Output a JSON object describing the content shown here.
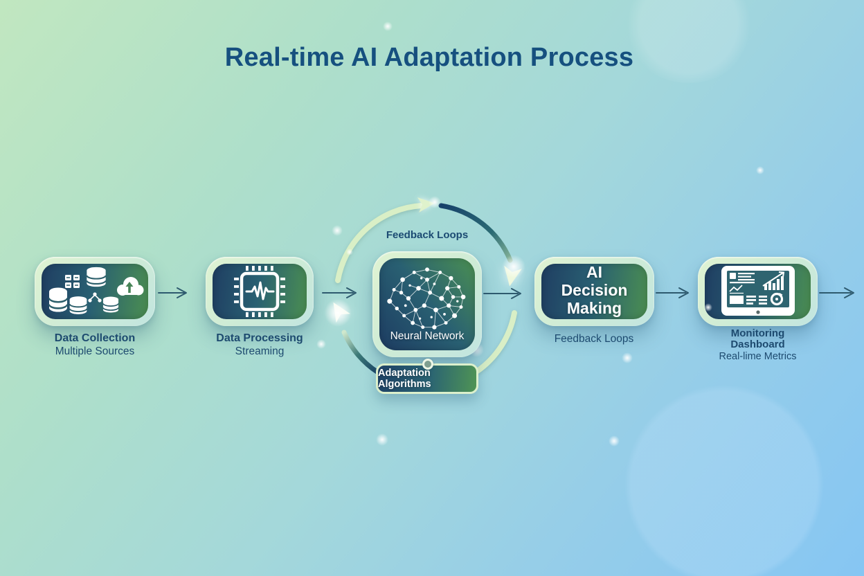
{
  "title": "Real-time AI Adaptation Process",
  "colors": {
    "background_top_left": "#c1e7c0",
    "background_bottom_right": "#86c6f3",
    "node_gradient_start": "#1f3e62",
    "node_gradient_mid": "#296072",
    "node_gradient_end": "#4b8e51",
    "frame_light_green": "#dcf0cc",
    "title_text": "#16507f",
    "label_text": "#1d4a6f",
    "arrow": "#2e5a6e",
    "loop_light": "#d9efc6",
    "loop_dark": "#16406a"
  },
  "flow": {
    "nodes": [
      {
        "id": "data-collection",
        "label": "Data Collection",
        "sublabel": "Multiple Sources",
        "icon": "databases-cloud-icon"
      },
      {
        "id": "data-processing",
        "label": "Data Processing",
        "sublabel": "Streaming",
        "icon": "chip-icon"
      },
      {
        "id": "neural-network",
        "inner_label": "Neural Network",
        "icon": "brain-network-icon"
      },
      {
        "id": "ai-decision-making",
        "inner_label": "AI Decision Making",
        "sublabel": "Feedback Loops"
      },
      {
        "id": "monitoring-dashboard",
        "label": "Monitoring Dashboard",
        "sublabel": "Real-lime Metrics",
        "icon": "dashboard-tablet-icon"
      }
    ]
  },
  "loop": {
    "top_label": "Feedback Loops",
    "bottom_box_label": "Adaptation Algorithms"
  }
}
